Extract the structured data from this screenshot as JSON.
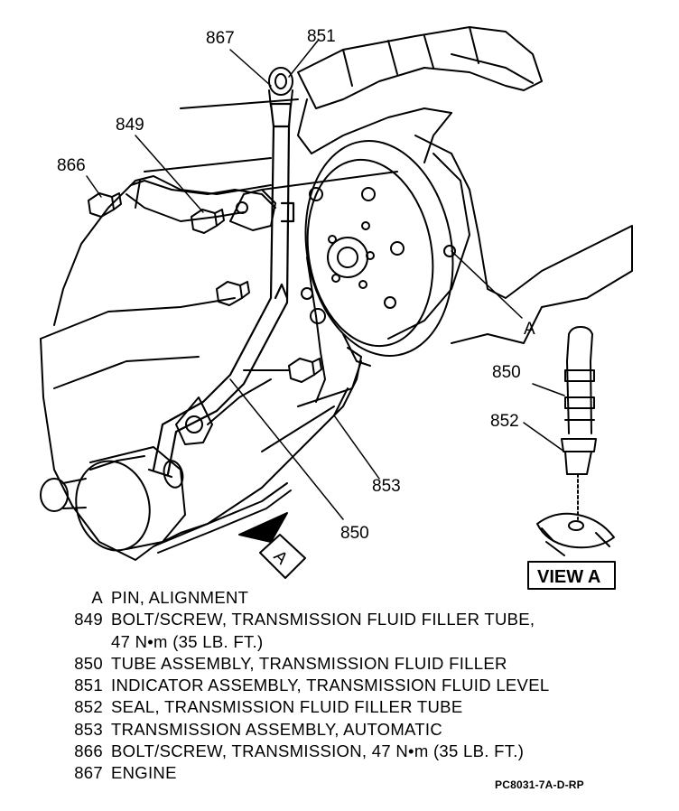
{
  "callouts": {
    "c867": "867",
    "c851": "851",
    "c849": "849",
    "c866": "866",
    "cA": "A",
    "c850_view": "850",
    "c852": "852",
    "c853": "853",
    "c850": "850",
    "arrowA": "A"
  },
  "view_label": "VIEW A",
  "legend": [
    {
      "key": "A",
      "desc": "PIN, ALIGNMENT"
    },
    {
      "key": "849",
      "desc": "BOLT/SCREW, TRANSMISSION FLUID FILLER TUBE,",
      "cont": "47 N•m (35 LB. FT.)"
    },
    {
      "key": "850",
      "desc": "TUBE ASSEMBLY, TRANSMISSION FLUID FILLER"
    },
    {
      "key": "851",
      "desc": "INDICATOR ASSEMBLY, TRANSMISSION FLUID LEVEL"
    },
    {
      "key": "852",
      "desc": "SEAL, TRANSMISSION FLUID FILLER TUBE"
    },
    {
      "key": "853",
      "desc": "TRANSMISSION ASSEMBLY, AUTOMATIC"
    },
    {
      "key": "866",
      "desc": "BOLT/SCREW, TRANSMISSION, 47 N•m (35 LB. FT.)"
    },
    {
      "key": "867",
      "desc": "ENGINE"
    }
  ],
  "figure_code": "PC8031-7A-D-RP"
}
